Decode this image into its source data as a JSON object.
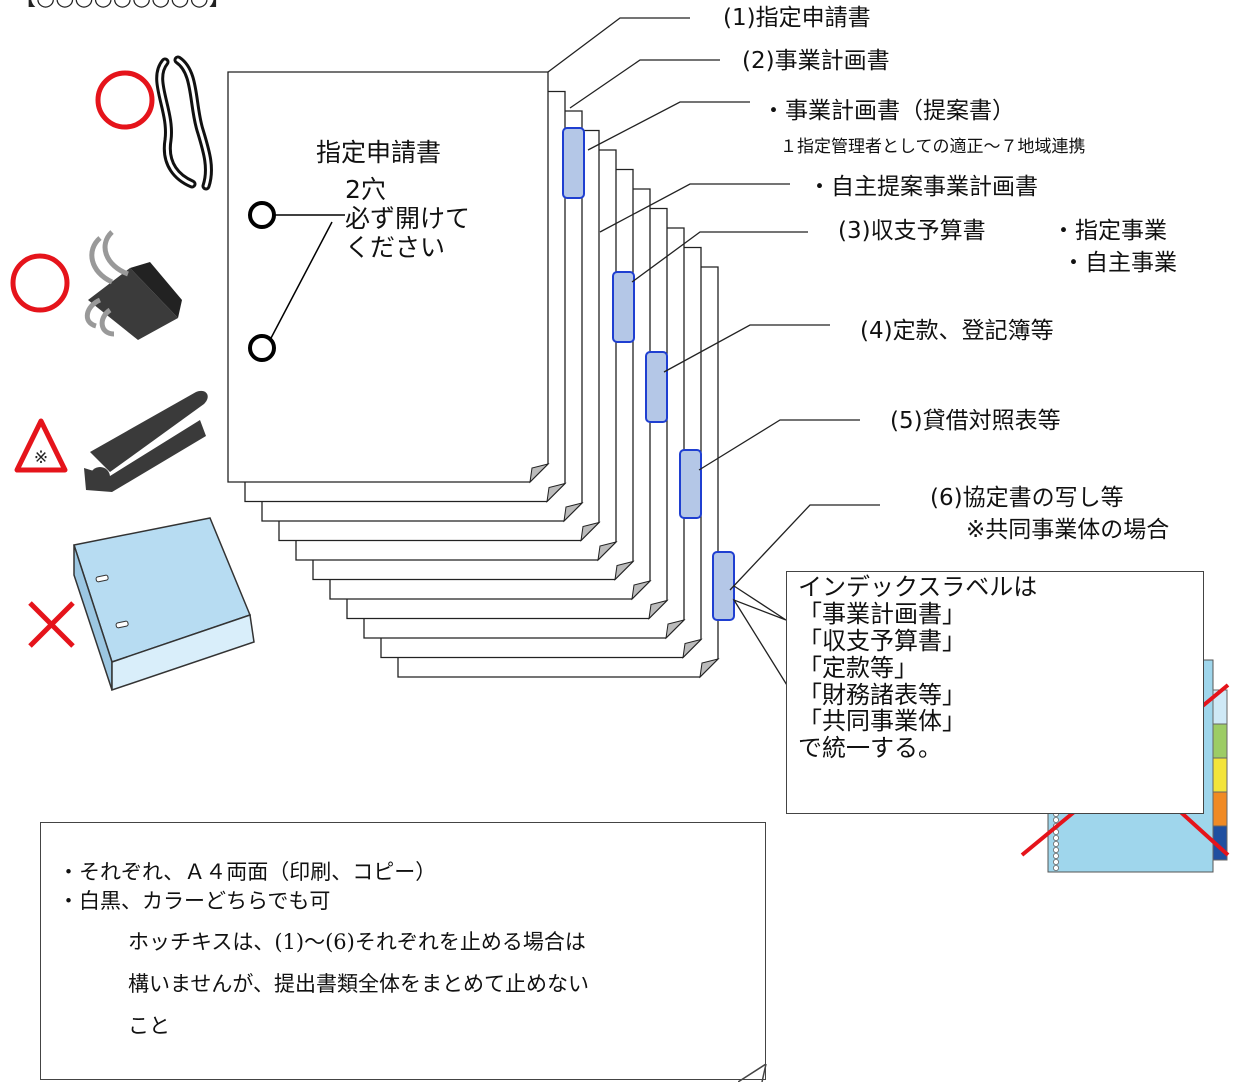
{
  "header_fragment": "【○○○○○○○○○】",
  "cover_title": "指定申請書",
  "holes_note": [
    "2穴",
    "必ず開けて",
    "ください"
  ],
  "callouts": {
    "c1": "(1)指定申請書",
    "c2": "(2)事業計画書",
    "c2a": "・事業計画書（提案書）",
    "c2a_sub": "１指定管理者としての適正～７地域連携",
    "c2b": "・自主提案事業計画書",
    "c3": "(3)収支予算書",
    "c3_items": [
      "・指定事業",
      "・自主事業"
    ],
    "c4": "(4)定款、登記簿等",
    "c5": "(5)貸借対照表等",
    "c6": "(6)協定書の写し等",
    "c6_note": "※共同事業体の場合"
  },
  "index_note": [
    "インデックスラベルは",
    "「事業計画書」",
    "「収支予算書」",
    "「定款等」",
    "「財務諸表等」",
    "「共同事業体」",
    "で統一する。"
  ],
  "notes": {
    "line1": "・それぞれ、Ａ４両面（印刷、コピー）",
    "line2": "・白黒、カラーどちらでも可",
    "warn": [
      "ホッチキスは、(1)～(6)それぞれを止める場合は",
      "構いませんが、提出書類全体をまとめて止めない",
      "こと"
    ]
  },
  "binding_marks": {
    "string": "○",
    "clip": "○",
    "stapler": "△※",
    "binder": "×"
  },
  "icons": [
    "string-tie-icon",
    "binder-clip-icon",
    "stapler-icon",
    "ring-binder-icon",
    "divider-index-icon",
    "warning-triangle-icon"
  ],
  "colors": {
    "ok_mark": "#e5141b",
    "ng_mark": "#e5141b",
    "tab_fill": "#b4c7e7",
    "tab_stroke": "#1f3fd1",
    "binder_blue": "#b7dcf2",
    "divider_blue": "#9fd6ec"
  }
}
